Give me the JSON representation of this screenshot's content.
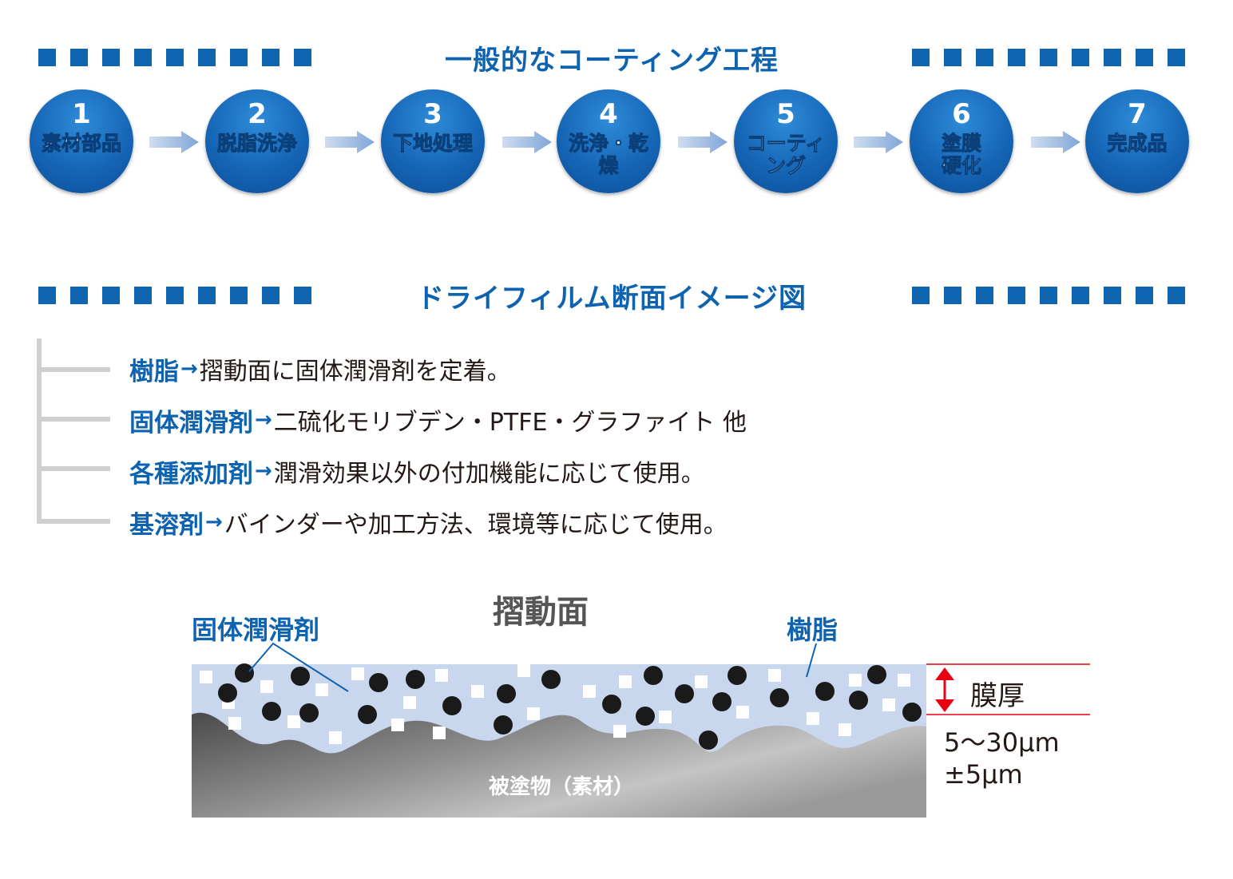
{
  "process": {
    "title": "一般的なコーティング工程",
    "steps": [
      {
        "number": "1",
        "label": "素材部品"
      },
      {
        "number": "2",
        "label": "脱脂洗浄"
      },
      {
        "number": "3",
        "label": "下地処理"
      },
      {
        "number": "4",
        "label": "洗浄・乾燥"
      },
      {
        "number": "5",
        "label": "コーティ\nング"
      },
      {
        "number": "6",
        "label": "塗膜\n硬化"
      },
      {
        "number": "7",
        "label": "完成品"
      }
    ]
  },
  "dryfilm": {
    "title": "ドライフィルム断面イメージ図",
    "legend": [
      {
        "term": "樹脂",
        "arrow": "→",
        "desc": "摺動面に固体潤滑剤を定着。"
      },
      {
        "term": "固体潤滑剤",
        "arrow": "→",
        "desc": "二硫化モリブデン・PTFE・グラファイト 他"
      },
      {
        "term": "各種添加剤",
        "arrow": "→",
        "desc": "潤滑効果以外の付加機能に応じて使用。"
      },
      {
        "term": "基溶剤",
        "arrow": "→",
        "desc": "バインダーや加工方法、環境等に応じて使用。"
      }
    ]
  },
  "cross_section": {
    "surface_label": "摺動面",
    "solid_lubricant_label": "固体潤滑剤",
    "resin_label": "樹脂",
    "substrate_label": "被塗物（素材）",
    "thickness_label": "膜厚",
    "thickness_range": "5〜30µm",
    "tolerance": "±5µm"
  },
  "colors": {
    "brand_blue": "#0e63b0",
    "resin_fill": "#c9d7ee",
    "substrate_gray": "#8a8a8a",
    "thickness_marker_red": "#e60012"
  }
}
